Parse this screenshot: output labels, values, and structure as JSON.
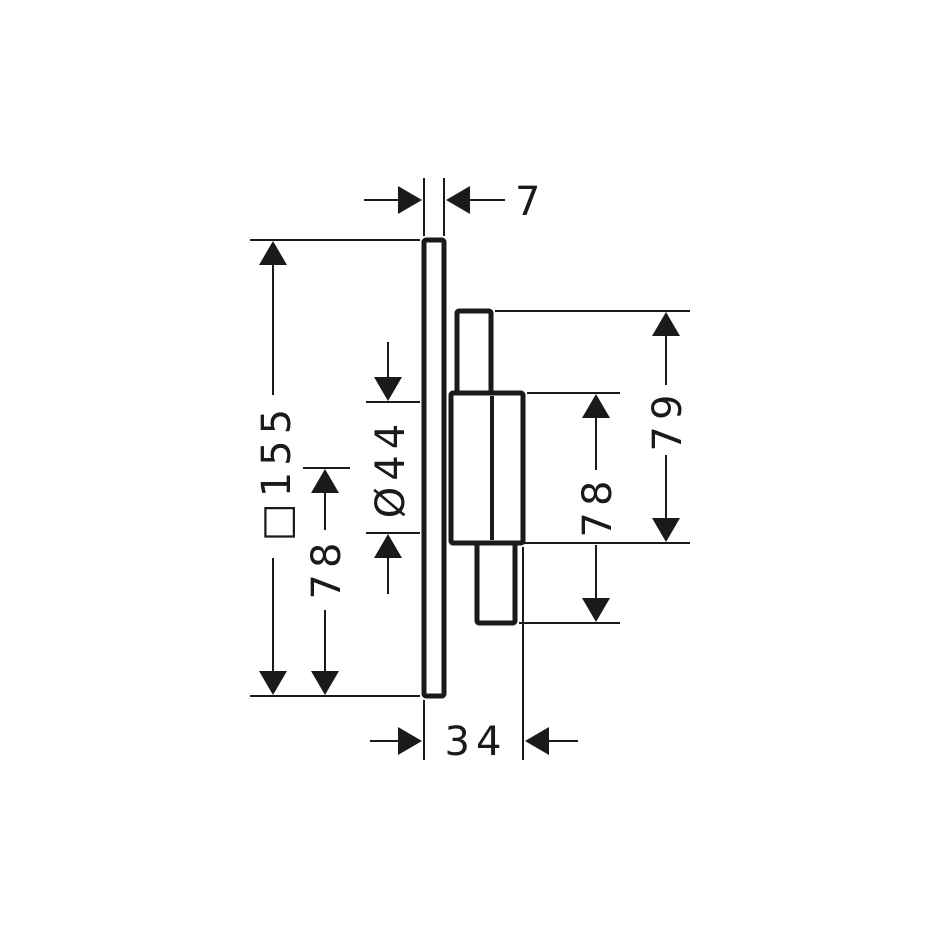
{
  "dimensions": {
    "plate_thickness": "7",
    "plate_square": "□155",
    "plate_half_height": "78",
    "knob_diameter": "Ø44",
    "body_half_height": "78",
    "body_total_height": "79",
    "total_depth": "34"
  },
  "colors": {
    "line": "#1a1a1a",
    "background": "#ffffff"
  }
}
